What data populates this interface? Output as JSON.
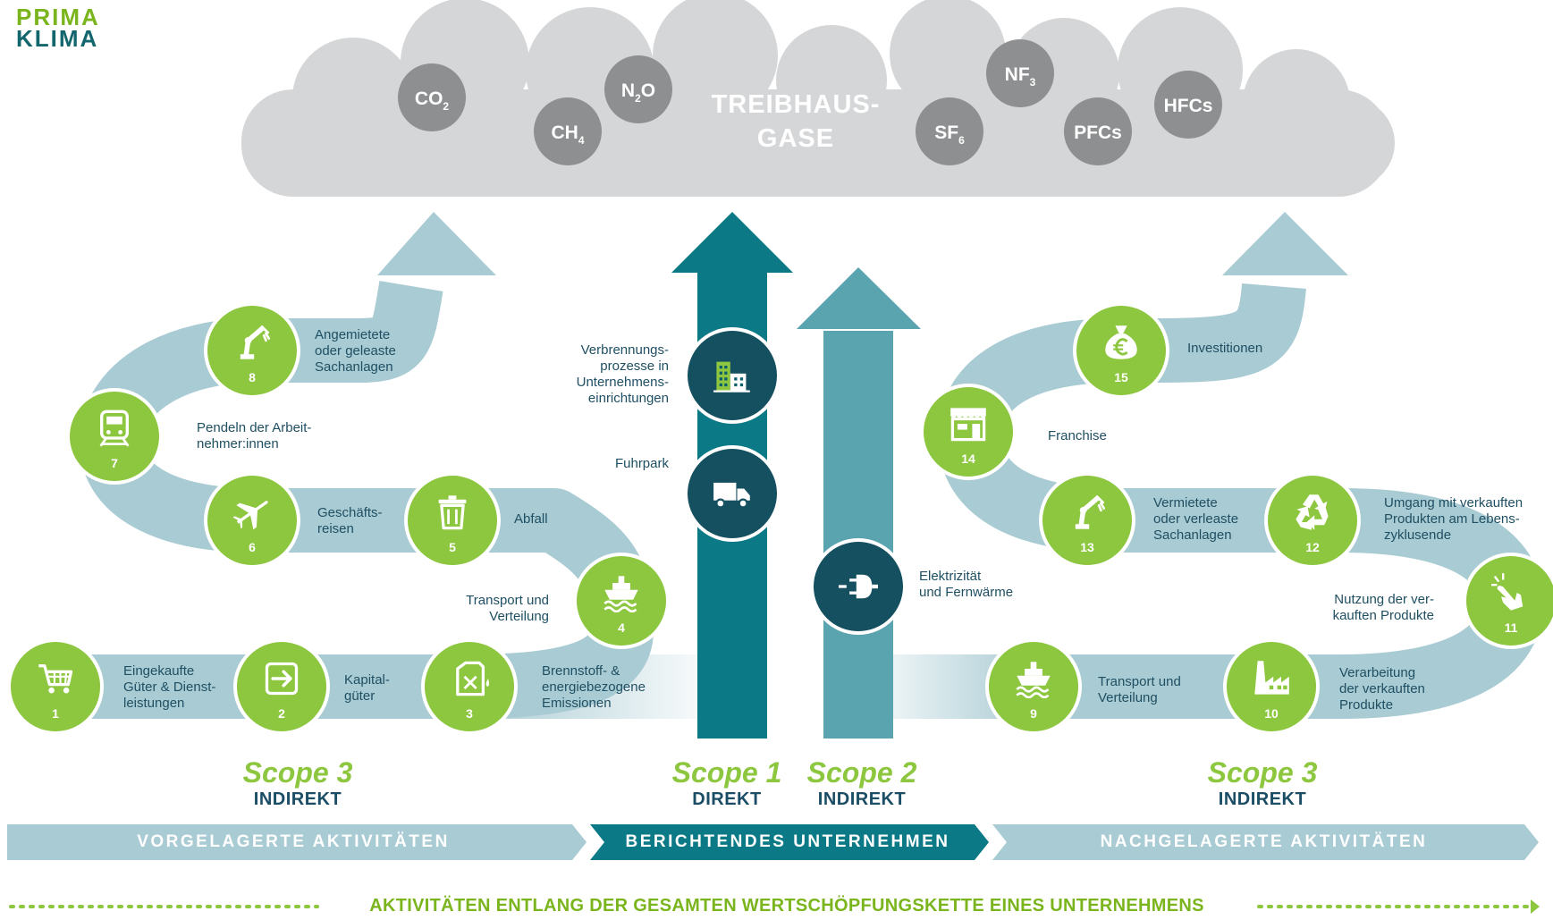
{
  "logo": {
    "line1": "PRIMA",
    "line2": "KLIMA"
  },
  "cloud": {
    "title": "TREIBHAUS-\nGASE",
    "gases": [
      {
        "base": "CO",
        "sub": "2"
      },
      {
        "base": "CH",
        "sub": "4"
      },
      {
        "base": "N",
        "sub": "2",
        "tail": "O"
      },
      {
        "base": "SF",
        "sub": "6"
      },
      {
        "base": "NF",
        "sub": "3"
      },
      {
        "base": "PFCs",
        "sub": ""
      },
      {
        "base": "HFCs",
        "sub": ""
      }
    ]
  },
  "upstream_activities": [
    {
      "num": "1",
      "label": "Eingekaufte\nGüter & Dienst-\nleistungen",
      "icon": "shopping-cart-icon"
    },
    {
      "num": "2",
      "label": "Kapital-\ngüter",
      "icon": "login-box-icon"
    },
    {
      "num": "3",
      "label": "Brennstoff- &\nenergiebezogene\nEmissionen",
      "icon": "fuel-canister-icon"
    },
    {
      "num": "4",
      "label": "Transport und\nVerteilung",
      "icon": "ship-icon"
    },
    {
      "num": "5",
      "label": "Abfall",
      "icon": "trash-can-icon"
    },
    {
      "num": "6",
      "label": "Geschäfts-\nreisen",
      "icon": "airplane-icon"
    },
    {
      "num": "7",
      "label": "Pendeln der Arbeit-\nnehmer:innen",
      "icon": "train-icon"
    },
    {
      "num": "8",
      "label": "Angemietete\noder geleaste\nSachanlagen",
      "icon": "robot-arm-icon"
    }
  ],
  "direct_activities": [
    {
      "label": "Verbrennungs-\nprozesse in\nUnternehmens-\neinrichtungen",
      "icon": "building-icon"
    },
    {
      "label": "Fuhrpark",
      "icon": "truck-icon"
    },
    {
      "label": "Elektrizität\nund Fernwärme",
      "icon": "plug-icon"
    }
  ],
  "downstream_activities": [
    {
      "num": "9",
      "label": "Transport und\nVerteilung",
      "icon": "ship-icon"
    },
    {
      "num": "10",
      "label": "Verarbeitung\nder verkauften\nProdukte",
      "icon": "factory-icon"
    },
    {
      "num": "11",
      "label": "Nutzung der ver-\nkauften Produkte",
      "icon": "pointing-hand-icon"
    },
    {
      "num": "12",
      "label": "Umgang mit verkauften\nProdukten am Lebens-\nzyklusende",
      "icon": "recycle-icon"
    },
    {
      "num": "13",
      "label": "Vermietete\noder verleaste\nSachanlagen",
      "icon": "robot-arm-icon"
    },
    {
      "num": "14",
      "label": "Franchise",
      "icon": "storefront-icon"
    },
    {
      "num": "15",
      "label": "Investitionen",
      "icon": "money-bag-euro-icon"
    }
  ],
  "scopes": [
    {
      "title": "Scope 3",
      "subtitle": "INDIREKT"
    },
    {
      "title": "Scope 1",
      "subtitle": "DIREKT"
    },
    {
      "title": "Scope 2",
      "subtitle": "INDIREKT"
    },
    {
      "title": "Scope 3",
      "subtitle": "INDIREKT"
    }
  ],
  "bands": {
    "upstream": "VORGELAGERTE AKTIVITÄTEN",
    "reporting": "BERICHTENDES UNTERNEHMEN",
    "downstream": "NACHGELAGERTE AKTIVITÄTEN"
  },
  "footer": "AKTIVITÄTEN ENTLANG DER GESAMTEN WERTSCHÖPFUNGSKETTE EINES UNTERNEHMENS",
  "colors": {
    "green": "#8dc63f",
    "dark_green_text": "#7ab51d",
    "teal_dark": "#0b7a86",
    "teal_mid": "#5aa4af",
    "path_light": "#a9cbd3",
    "navy_circle": "#14505f",
    "cloud": "#d5d6d7",
    "gas_circle": "#8e8f90"
  }
}
